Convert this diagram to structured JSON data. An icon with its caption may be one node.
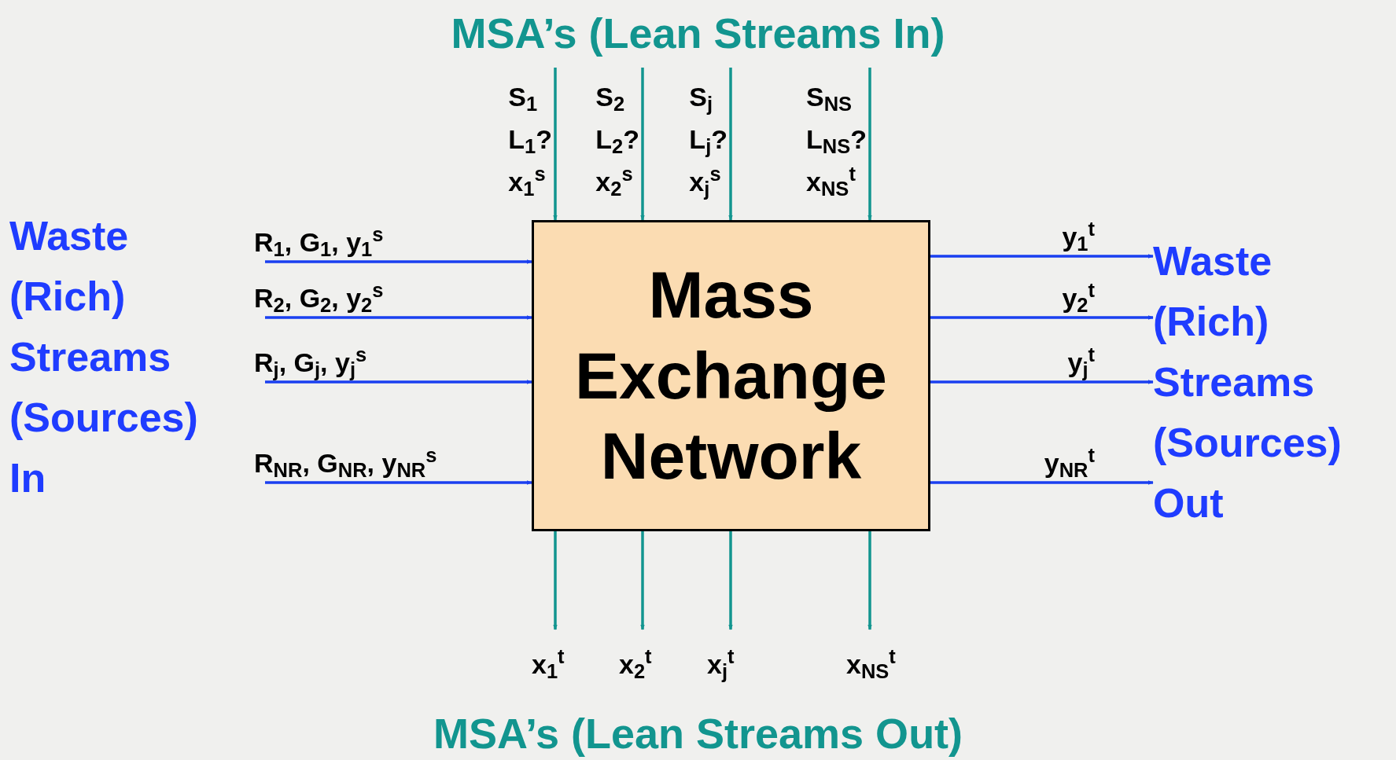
{
  "diagram": {
    "title": "MSA’s (Lean Streams In)",
    "caption": "MSA’s (Lean Streams Out)",
    "nodes": [
      {
        "text": [
          "Mass Exchange Network"
        ]
      },
      {
        "text": [
          "Waste (Rich) Streams (Sources) Out"
        ]
      }
    ],
    "edges": [
      {
        "from": null,
        "to": 0,
        "arrow": "to",
        "label": "R$_{1}$, G$_{1}$, y$_{1}$$^{s}$",
        "color": "#1a3ff0"
      },
      {
        "from": null,
        "to": 0,
        "arrow": "to",
        "label": "R$_{2}$, G$_{2}$, y$_{2}$$^{s}$",
        "color": "#1a3ff0"
      },
      {
        "from": null,
        "to": 0,
        "arrow": "to",
        "label": "R$_{j}$, G$_{j}$, y$_{j}$$^{s}$",
        "color": "#1a3ff0"
      },
      {
        "from": null,
        "to": 0,
        "arrow": "to",
        "label": "R$_{NR}$, G$_{NR}$, y$_{NR}$$^{s}$",
        "color": "#1a3ff0"
      },
      {
        "from": 0,
        "to": 1,
        "arrow": "to",
        "label": "y$_{1}$$^{t}$",
        "color": "#1a3ff0"
      },
      {
        "from": 0,
        "to": 1,
        "arrow": "to",
        "label": "y$_{2}$$^{t}$",
        "color": "#1a3ff0"
      },
      {
        "from": 0,
        "to": 1,
        "arrow": "to",
        "label": "y$_{j}$$^{t}$",
        "color": "#1a3ff0"
      },
      {
        "from": 0,
        "to": 1,
        "arrow": "to",
        "label": "y$_{NR}$$^{t}$",
        "color": "#1a3ff0"
      },
      {
        "from": null,
        "to": 0,
        "arrow": "to",
        "label": "S$_{1}$ L$_{1}$? x$_{1}$$^{s}$",
        "color": "#12958f"
      },
      {
        "from": null,
        "to": 0,
        "arrow": "to",
        "label": "S$_{2}$ L$_{2}$? x$_{2}$$^{s}$",
        "color": "#12958f"
      },
      {
        "from": null,
        "to": 0,
        "arrow": "to",
        "label": "S$_{j}$ L$_{j}$? x$_{j}$$^{s}$",
        "color": "#12958f"
      },
      {
        "from": null,
        "to": 0,
        "arrow": "to",
        "label": "S$_{NS}$ L$_{NS}$? x$_{NS}$$^{t}$",
        "color": "#12958f"
      },
      {
        "from": 0,
        "to": null,
        "arrow": "to",
        "label": "x$_{1}$$^{t}$",
        "color": "#12958f"
      },
      {
        "from": 0,
        "to": null,
        "arrow": "to",
        "label": "x$_{2}$$^{t}$",
        "color": "#12958f"
      },
      {
        "from": 0,
        "to": null,
        "arrow": "to",
        "label": "x$_{j}$$^{t}$",
        "color": "#12958f"
      },
      {
        "from": 0,
        "to": null,
        "arrow": "to",
        "label": "x$_{NS}$$^{t}$",
        "color": "#12958f"
      }
    ],
    "labels": [
      "Waste (Rich) Streams (Sources) In"
    ]
  }
}
